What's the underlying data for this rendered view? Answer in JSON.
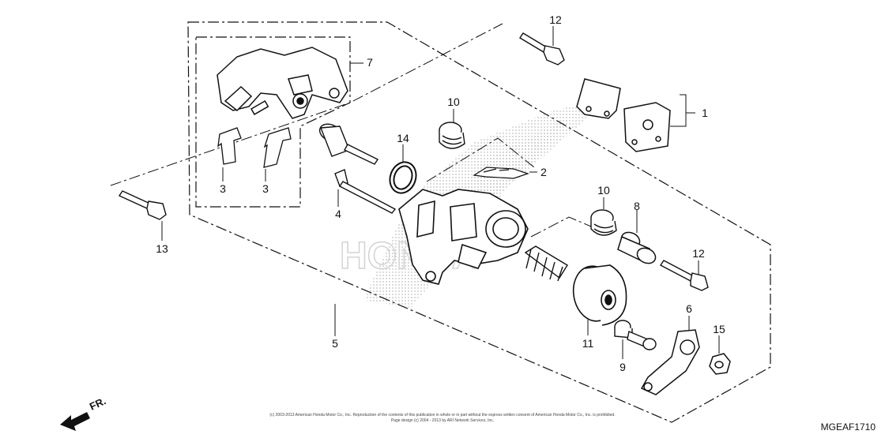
{
  "diagram": {
    "code": "MGEAF1710",
    "direction_label": "FR.",
    "copyright": "(c) 2003-2013 American Honda Motor Co., Inc. Reproduction of the contents of this publication in whole or in part without the express written consent of American Honda Motor Co., Inc. is prohibited.",
    "copyright_line2": "Page design (c) 2004 - 2013 by ARI Network Services, Inc.",
    "watermark": "HONDA",
    "parts": [
      {
        "id": "p1",
        "label": "1"
      },
      {
        "id": "p2",
        "label": "2"
      },
      {
        "id": "p3a",
        "label": "3"
      },
      {
        "id": "p3b",
        "label": "3"
      },
      {
        "id": "p4",
        "label": "4"
      },
      {
        "id": "p5",
        "label": "5"
      },
      {
        "id": "p6",
        "label": "6"
      },
      {
        "id": "p7",
        "label": "7"
      },
      {
        "id": "p8",
        "label": "8"
      },
      {
        "id": "p9",
        "label": "9"
      },
      {
        "id": "p10a",
        "label": "10"
      },
      {
        "id": "p10b",
        "label": "10"
      },
      {
        "id": "p11",
        "label": "11"
      },
      {
        "id": "p12a",
        "label": "12"
      },
      {
        "id": "p12b",
        "label": "12"
      },
      {
        "id": "p13",
        "label": "13"
      },
      {
        "id": "p14",
        "label": "14"
      },
      {
        "id": "p15",
        "label": "15"
      }
    ]
  }
}
